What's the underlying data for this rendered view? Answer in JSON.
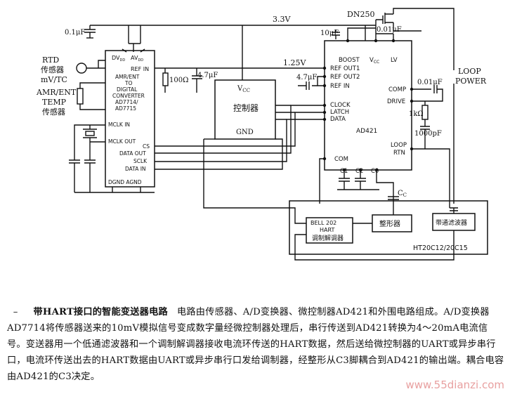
{
  "rails": {
    "v33": "3.3V",
    "v125": "1.25V"
  },
  "sensors": {
    "rtd": [
      "RTD",
      "传感器",
      "mV/TC"
    ],
    "amr": [
      "AMR/ENT",
      "TEMP",
      "传感器"
    ]
  },
  "adc": {
    "pins_top": [
      "DV",
      "DD",
      "AV",
      "DD"
    ],
    "ref_in": "REF IN",
    "name": [
      "AMR/ENT",
      "TO",
      "DIGITAL",
      "CONVERTER",
      "AD7714/",
      "AD7715"
    ],
    "mclk_in": "MCLK IN",
    "mclk_out": "MCLK OUT",
    "cs": "CS",
    "data_out": "DATA OUT",
    "sclk": "SCLK",
    "data_in": "DATA IN",
    "gnd": "DGND AGND"
  },
  "mcu": {
    "vcc": "V",
    "vcc_sub": "CC",
    "name": "控制器",
    "gnd": "GND"
  },
  "ad421": {
    "name": "AD421",
    "boost": "BOOST",
    "vcc": "V",
    "vcc_sub": "CC",
    "lv": "LV",
    "ref_out1": "REF OUT1",
    "ref_out2": "REF OUT2",
    "ref_in": "REF IN",
    "comp": "COMP",
    "drive": "DRIVE",
    "clock": "CLOCK",
    "latch": "LATCH",
    "data": "DATA",
    "loop_rtn": [
      "LOOP",
      "RTN"
    ],
    "com": "COM",
    "c1": "C1",
    "c2": "C2",
    "c0": "C0"
  },
  "components": {
    "c01uf_left": "0.1μF",
    "r100": "100Ω",
    "c47_1": "4.7μF",
    "c47_2": "4.7μF",
    "c10uf": "10μF",
    "c01uf_top": "0.01μF",
    "c01uf_comp": "0.01μF",
    "r1k": "1kΩ",
    "c1000pf": "1000pF",
    "dn250": "DN250",
    "cc": "C",
    "cc_sub": "C"
  },
  "loop": {
    "line1": "LOOP",
    "line2": "POWER"
  },
  "hart": {
    "modem": [
      "BELL 202",
      "HART",
      "调制解调器"
    ],
    "shaper": "整形器",
    "filter": "带通滤波器",
    "chip": "HT20C12/20C15"
  },
  "caption": {
    "title": "带HART接口的智能变送器电路",
    "body": "电路由传感器、A/D变换器、微控制器AD421和外围电路组成。A/D变换器AD7714将传感器送来的10mV模拟信号变成数字量经微控制器处理后，串行传送到AD421转换为4～20mA电流信号。变送器用一个低通滤波器和一个调制解调器接收电流环传送的HART数据，然后送给微控制器的UART或异步串行口，电流环传送出去的HART数据由UART或异步串行口发给调制器，经整形从C3脚耦合到AD421的输出端。耦合电容由AD421的C3决定。"
  },
  "watermark": "www.55dianzi.com"
}
